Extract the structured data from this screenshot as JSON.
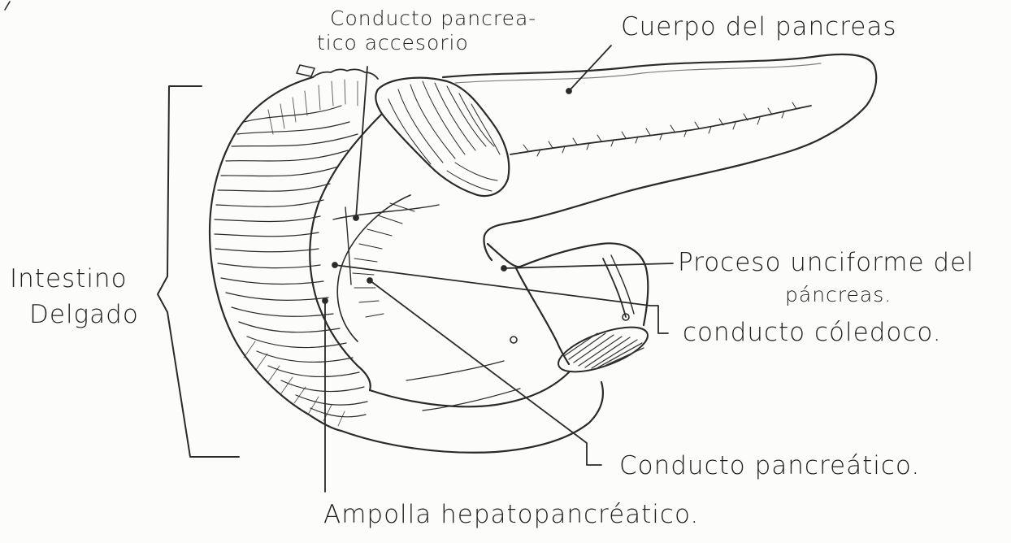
{
  "labels": {
    "conducto_pancreatico_accesorio_line1": "Conducto pancrea-",
    "conducto_pancreatico_accesorio_line2": "tico accesorio",
    "cuerpo_del_pancreas": "Cuerpo del pancreas",
    "intestino_line1": "Intestino",
    "intestino_line2": "Delgado",
    "proceso_unciforme_line1": "Proceso unciforme del",
    "proceso_unciforme_line2": "páncreas.",
    "conducto_coledoco": "conducto cóledoco.",
    "conducto_pancreatico": "Conducto pancreático.",
    "ampolla": "Ampolla hepatopancréatico."
  },
  "colors": {
    "ink": "#2a2a2a",
    "paper": "#fcfcfa",
    "hatch": "#3a3a3a"
  }
}
